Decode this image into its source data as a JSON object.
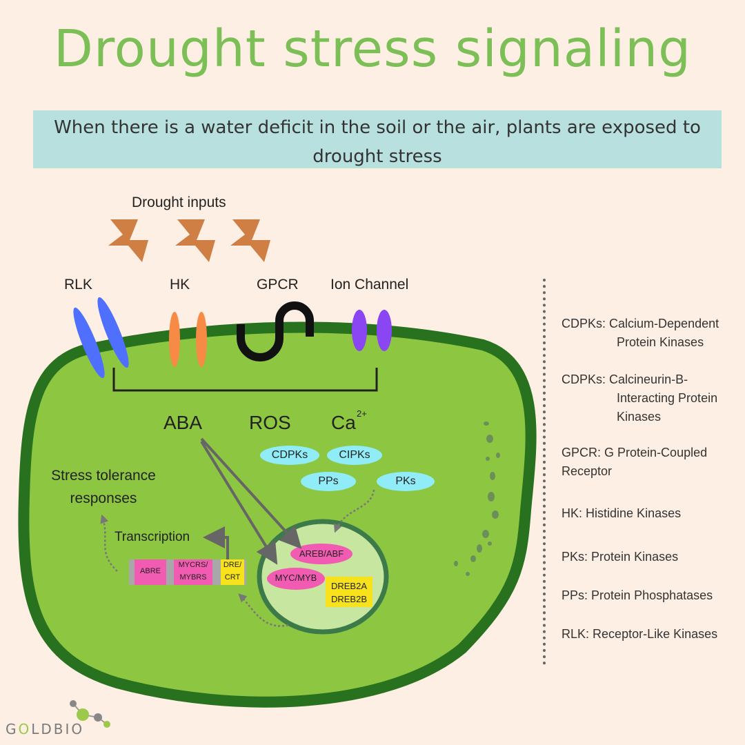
{
  "title": "Drought stress signaling",
  "subtitle": "When there is a water deficit in the soil or the air, plants are exposed to drought stress",
  "inputs_label": "Drought inputs",
  "receptors": [
    "RLK",
    "HK",
    "GPCR",
    "Ion Channel"
  ],
  "signals": {
    "aba": "ABA",
    "ros": "ROS",
    "ca": "Ca",
    "ca_sup": "2+"
  },
  "kinases": [
    "CDPKs",
    "CIPKs",
    "PPs",
    "PKs"
  ],
  "nucleus_factors": [
    "AREB/ABF",
    "MYC/MYB",
    "DREB2A",
    "DREB2B"
  ],
  "promoter": {
    "abre": "ABRE",
    "mycrs_1": "MYCRS/",
    "mycrs_2": "MYBRS",
    "dre_1": "DRE/",
    "dre_2": "CRT"
  },
  "transcription": "Transcription",
  "stress_1": "Stress tolerance",
  "stress_2": "responses",
  "legend": [
    {
      "abbr": "CDPKs:",
      "def_1": "Calcium-Dependent",
      "def_2": "Protein Kinases",
      "def_3": ""
    },
    {
      "abbr": "CDPKs:",
      "def_1": "Calcineurin-B-",
      "def_2": "Interacting Protein",
      "def_3": "Kinases"
    },
    {
      "abbr": "GPCR:",
      "def_1": "G Protein-Coupled",
      "def_2": "Receptor",
      "def_3": ""
    },
    {
      "abbr": "HK:",
      "def_1": "Histidine Kinases",
      "def_2": "",
      "def_3": ""
    },
    {
      "abbr": "PKs:",
      "def_1": "Protein Kinases",
      "def_2": "",
      "def_3": ""
    },
    {
      "abbr": "PPs:",
      "def_1": "Protein Phosphatases",
      "def_2": "",
      "def_3": ""
    },
    {
      "abbr": "RLK:",
      "def_1": "Receptor-Like Kinases",
      "def_2": "",
      "def_3": ""
    }
  ],
  "logo": {
    "g": "G",
    "o": "O",
    "rest": "LDBIO"
  },
  "colors": {
    "title": "#7dbf57",
    "banner": "#b8e0df",
    "cell": "#8dc641",
    "cell_wall": "#27711f",
    "nucleus": "#c7e6a0",
    "kinase": "#90ecf7",
    "factor": "#f25bb2",
    "dreb": "#f7e21b",
    "bolt": "#cf7e44"
  }
}
